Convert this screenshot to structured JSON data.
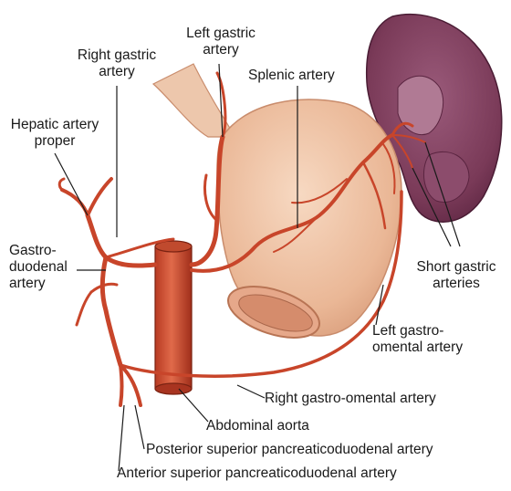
{
  "labels": {
    "left_gastric": [
      "Left gastric",
      "artery"
    ],
    "right_gastric": [
      "Right gastric",
      "artery"
    ],
    "splenic": [
      "Splenic artery"
    ],
    "hepatic_proper": [
      "Hepatic artery",
      "proper"
    ],
    "gastroduodenal": [
      "Gastro-",
      "duodenal",
      "artery"
    ],
    "short_gastric": [
      "Short gastric",
      "arteries"
    ],
    "left_gastroomental": [
      "Left gastro-",
      "omental artery"
    ],
    "right_gastroomental": [
      "Right gastro-omental artery"
    ],
    "abdominal_aorta": [
      "Abdominal aorta"
    ],
    "posterior_spd": [
      "Posterior superior pancreaticoduodenal artery"
    ],
    "anterior_spd": [
      "Anterior superior pancreaticoduodenal artery"
    ]
  },
  "colors": {
    "artery": "#c8452a",
    "artery_dark": "#8a2a1a",
    "stomach": "#f0c4a4",
    "stomach_edge": "#c98c6c",
    "spleen": "#7a3a58",
    "spleen_light": "#a86a88",
    "leader": "#1a1a1a"
  }
}
